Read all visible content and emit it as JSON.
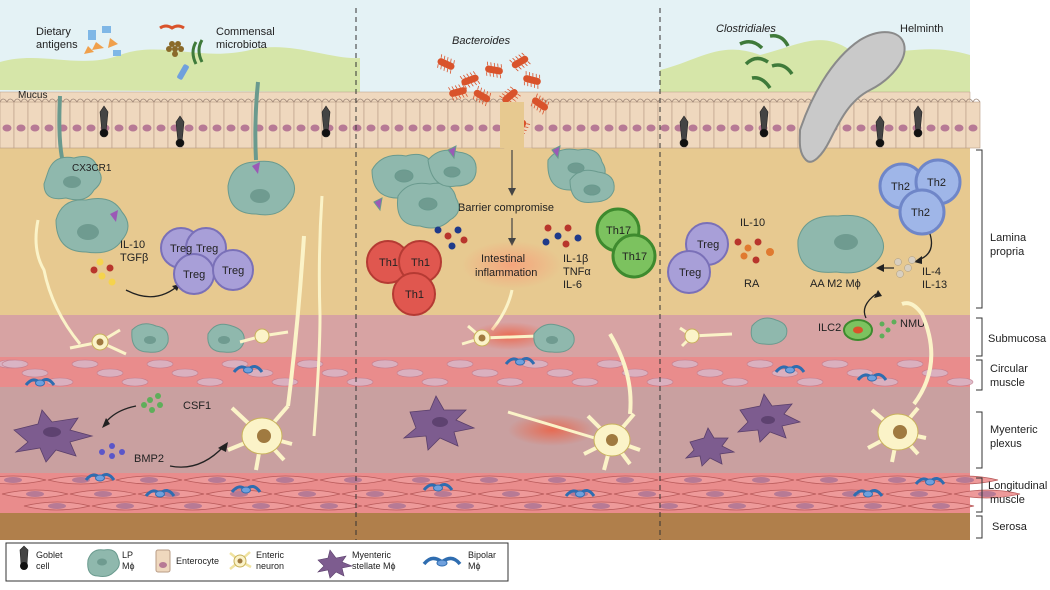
{
  "panel1": {
    "dietary_antigens": [
      "Dietary",
      "antigens"
    ],
    "commensal_microbiota": [
      "Commensal",
      "microbiota"
    ],
    "mucus": "Mucus",
    "cx3cr1": "CX3CR1",
    "cytokines": [
      "IL-10",
      "TGFβ"
    ],
    "treg": "Treg",
    "csf1": "CSF1",
    "bmp2": "BMP2"
  },
  "panel2": {
    "bacteroides": "Bacteroides",
    "barrier": "Barrier compromise",
    "inflammation": [
      "Intestinal",
      "inflammation"
    ],
    "th1": "Th1",
    "th17": "Th17",
    "cytokines": [
      "IL-1β",
      "TNFα",
      "IL-6"
    ]
  },
  "panel3": {
    "clostridiales": "Clostridiales",
    "helminth": "Helminth",
    "th2": "Th2",
    "il10": "IL-10",
    "treg": "Treg",
    "ra": "RA",
    "macrophage": "AA M2 Mϕ",
    "il4_il13": [
      "IL-4",
      "IL-13"
    ],
    "ilc2": "ILC2",
    "nmu": "NMU"
  },
  "sections": [
    [
      "Lamina",
      "propria"
    ],
    [
      "Submucosa"
    ],
    [
      "Circular",
      "muscle"
    ],
    [
      "Myenteric",
      "plexus"
    ],
    [
      "Longitudinal",
      "muscle"
    ],
    [
      "Serosa"
    ]
  ],
  "legend": [
    [
      "Goblet",
      "cell"
    ],
    [
      "LP",
      "Mϕ"
    ],
    [
      "Enterocyte"
    ],
    [
      "Enteric",
      "neuron"
    ],
    [
      "Myenteric",
      "stellate Mϕ"
    ],
    [
      "Bipolar",
      "Mϕ"
    ]
  ],
  "colors": {
    "lumen": "#e4f2f5",
    "mucus": "#d6e6a9",
    "lamina_propria": "#e7c990",
    "submucosa": "#d7a3a3",
    "muscle": "#e98c8c",
    "plexus": "#c9a0a0",
    "serosa": "#b07f4b",
    "macrophage": "#8fb8ad",
    "treg": "#a89fd8",
    "th1": "#e0574f",
    "th17": "#7cc25f",
    "th2": "#9fb6e8",
    "bacteria": "#d9532b"
  }
}
